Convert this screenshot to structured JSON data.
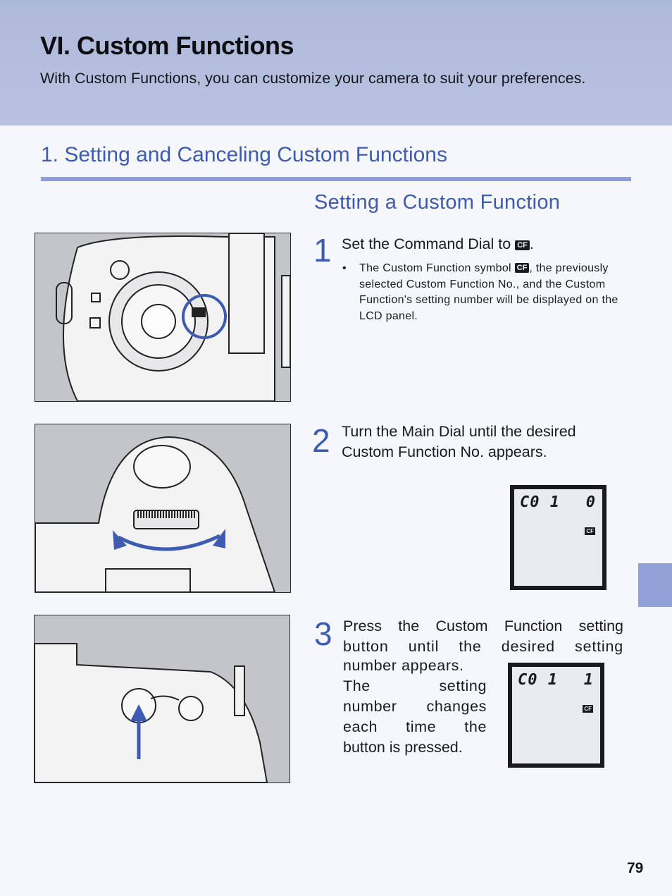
{
  "header": {
    "title": "VI. Custom Functions",
    "intro": "With Custom Functions, you can customize your camera to suit your preferences."
  },
  "section": {
    "heading": "1. Setting and Canceling Custom Functions",
    "subheading": "Setting a Custom Function"
  },
  "steps": [
    {
      "number": "1",
      "text_before": "Set the Command Dial to",
      "icon": "CF",
      "text_after": ".",
      "bullet_before": "The Custom Function symbol",
      "bullet_icon": "CF",
      "bullet_after": ", the previously selected Custom Function No., and the Custom Function's setting number will be displayed on the LCD panel."
    },
    {
      "number": "2",
      "text": "Turn the Main Dial until the desired Custom Function No. appears.",
      "lcd": {
        "code": "C0 1",
        "value": "0",
        "icon": "CF"
      }
    },
    {
      "number": "3",
      "text_line1": "Press the Custom Function setting",
      "text_line2": "button until the desired setting",
      "text_line3": "number appears.",
      "text_line4": "The setting",
      "text_line5": "number changes",
      "text_line6": "each time the",
      "text_line7": "button is pressed.",
      "lcd": {
        "code": "C0 1",
        "value": "1",
        "icon": "CF"
      }
    }
  ],
  "illustrations": {
    "dial_icon": "command-dial-illustration",
    "main_dial_icon": "main-dial-illustration",
    "button_icon": "cf-button-illustration",
    "accent_color": "#3d5bb1"
  },
  "footer": {
    "page_number": "79"
  }
}
